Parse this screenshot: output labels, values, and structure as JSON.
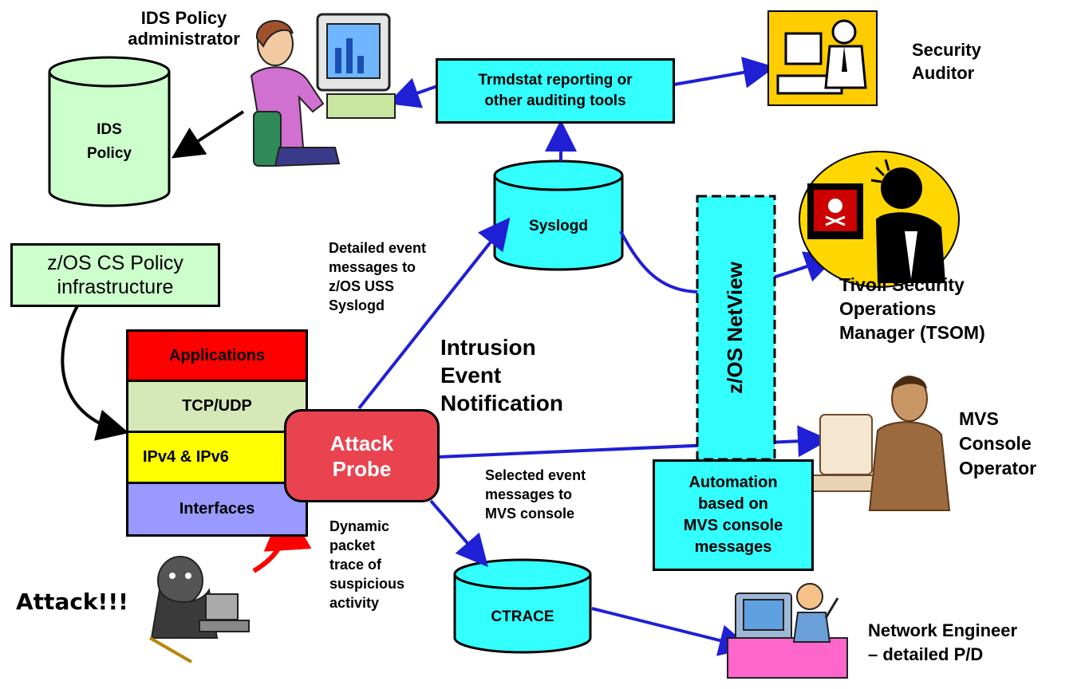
{
  "actors": {
    "ids_admin": "IDS Policy\nadministrator",
    "security_auditor": "Security\nAuditor",
    "tsom": "Tivoli Security\nOperations\nManager (TSOM)",
    "mvs_operator": "MVS\nConsole\nOperator",
    "network_engineer": "Network Engineer\n– detailed P/D",
    "attacker": "Attack!!!"
  },
  "stores": {
    "ids_policy": "IDS\nPolicy",
    "syslogd": "Syslogd",
    "ctrace": "CTRACE"
  },
  "boxes": {
    "trmdstat": "Trmdstat reporting or\nother auditing tools",
    "policy_infra": "z/OS CS Policy\ninfrastructure",
    "attack_probe": "Attack\nProbe",
    "netview": "z/OS NetView",
    "automation": "Automation\nbased on\nMVS console\nmessages"
  },
  "stack": [
    "Applications",
    "TCP/UDP",
    "IPv4 & IPv6",
    "Interfaces"
  ],
  "labels": {
    "detailed_events": "Detailed event\nmessages to\nz/OS USS\nSyslogd",
    "intrusion": "Intrusion\nEvent\nNotification",
    "selected_events": "Selected event\nmessages to\nMVS console",
    "dynamic_trace": "Dynamic\npacket\ntrace of\nsuspicious\nactivity"
  },
  "colors": {
    "cyan": "#33ffff",
    "light_green": "#ccffcc",
    "applications": "#ff0000",
    "tcp_udp": "#d6e7b8",
    "ipv4_ipv6": "#ffff00",
    "interfaces": "#9999ff",
    "attack_probe": "#e8434f",
    "arrow_blue": "#1f1fd6",
    "arrow_red": "#ff0000"
  },
  "icons": {
    "ids_admin": "person-at-computer-icon",
    "security_auditor": "auditor-at-desk-icon",
    "tsom": "security-operator-skull-screen-icon",
    "mvs_operator": "console-operator-icon",
    "network_engineer": "engineer-at-desk-icon",
    "attacker": "attacker-hacker-icon"
  }
}
